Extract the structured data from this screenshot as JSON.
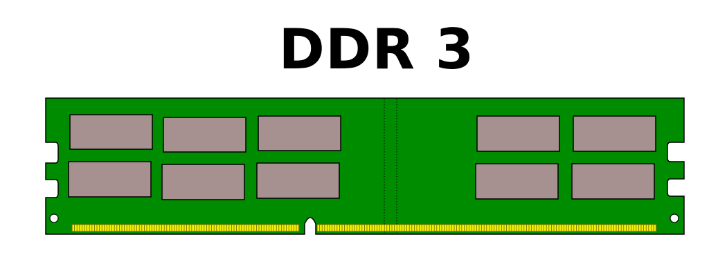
{
  "title": "DDR 3",
  "colors": {
    "pcb": "#008c00",
    "chip": "#a69090",
    "outline": "#000000",
    "contacts": "#f5f000",
    "background": "#ffffff"
  },
  "module": {
    "left_chip_rows": 2,
    "left_chips_per_row": 3,
    "right_chip_rows": 2,
    "right_chips_per_row": 2,
    "mounting_holes": 2,
    "key_notch": 1
  }
}
